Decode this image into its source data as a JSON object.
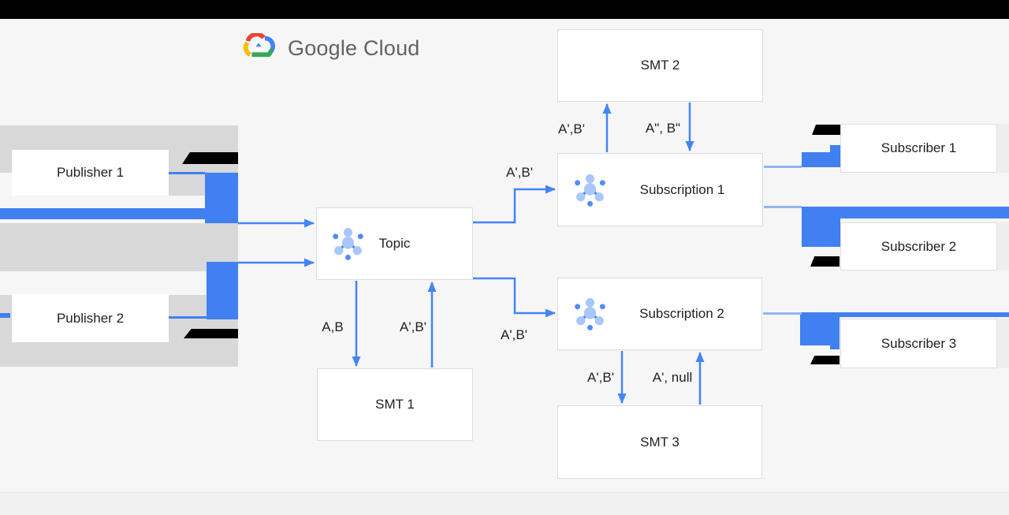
{
  "logo": {
    "text": "Google Cloud"
  },
  "nodes": {
    "publisher1": "Publisher 1",
    "publisher2": "Publisher 2",
    "topic": "Topic",
    "smt1": "SMT 1",
    "smt2": "SMT 2",
    "smt3": "SMT 3",
    "subscription1": "Subscription 1",
    "subscription2": "Subscription 2",
    "subscriber1": "Subscriber 1",
    "subscriber2": "Subscriber 2",
    "subscriber3": "Subscriber 3"
  },
  "edge_labels": {
    "topic_to_smt1": "A,B",
    "smt1_to_topic": "A',B'",
    "topic_to_sub1": "A',B'",
    "topic_to_sub2": "A',B'",
    "sub1_to_smt2": "A',B'",
    "smt2_to_sub1": "A\", B\"",
    "sub2_to_smt3": "A',B'",
    "smt3_to_sub2": "A', null"
  },
  "colors": {
    "arrow_blue": "#4285f4",
    "bar_blue": "#4080f0",
    "light_line_blue": "#93b4f2",
    "icon_light_blue": "#a8c7fa",
    "icon_dot_blue": "#4e8df6",
    "band_gray": "#d8d8d8",
    "top_bar": "#000000",
    "logo_red": "#ea4335",
    "logo_yellow": "#fbbc05",
    "logo_green": "#34a853",
    "text": "#202124"
  }
}
